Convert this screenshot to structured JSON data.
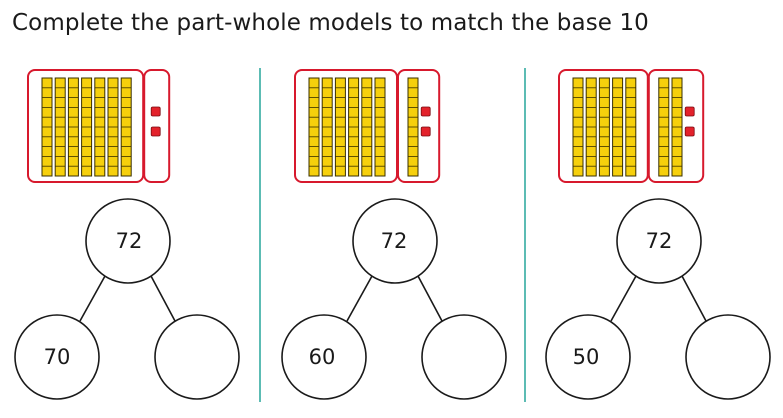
{
  "instruction": "Complete the part-whole models to match the base 10",
  "colors": {
    "frame": "#d7192d",
    "rod_fill": "#f6d00c",
    "rod_stroke": "#3a3000",
    "cube_fill": "#e3222b",
    "divider": "#5cbcb4",
    "circle_stroke": "#1a1a1a"
  },
  "models": [
    {
      "whole": "72",
      "part_left": "70",
      "part_right": "",
      "left_group_tens": 7,
      "right_group_tens": 0,
      "ones": 2
    },
    {
      "whole": "72",
      "part_left": "60",
      "part_right": "",
      "left_group_tens": 6,
      "right_group_tens": 1,
      "ones": 2
    },
    {
      "whole": "72",
      "part_left": "50",
      "part_right": "",
      "left_group_tens": 5,
      "right_group_tens": 2,
      "ones": 2
    }
  ]
}
